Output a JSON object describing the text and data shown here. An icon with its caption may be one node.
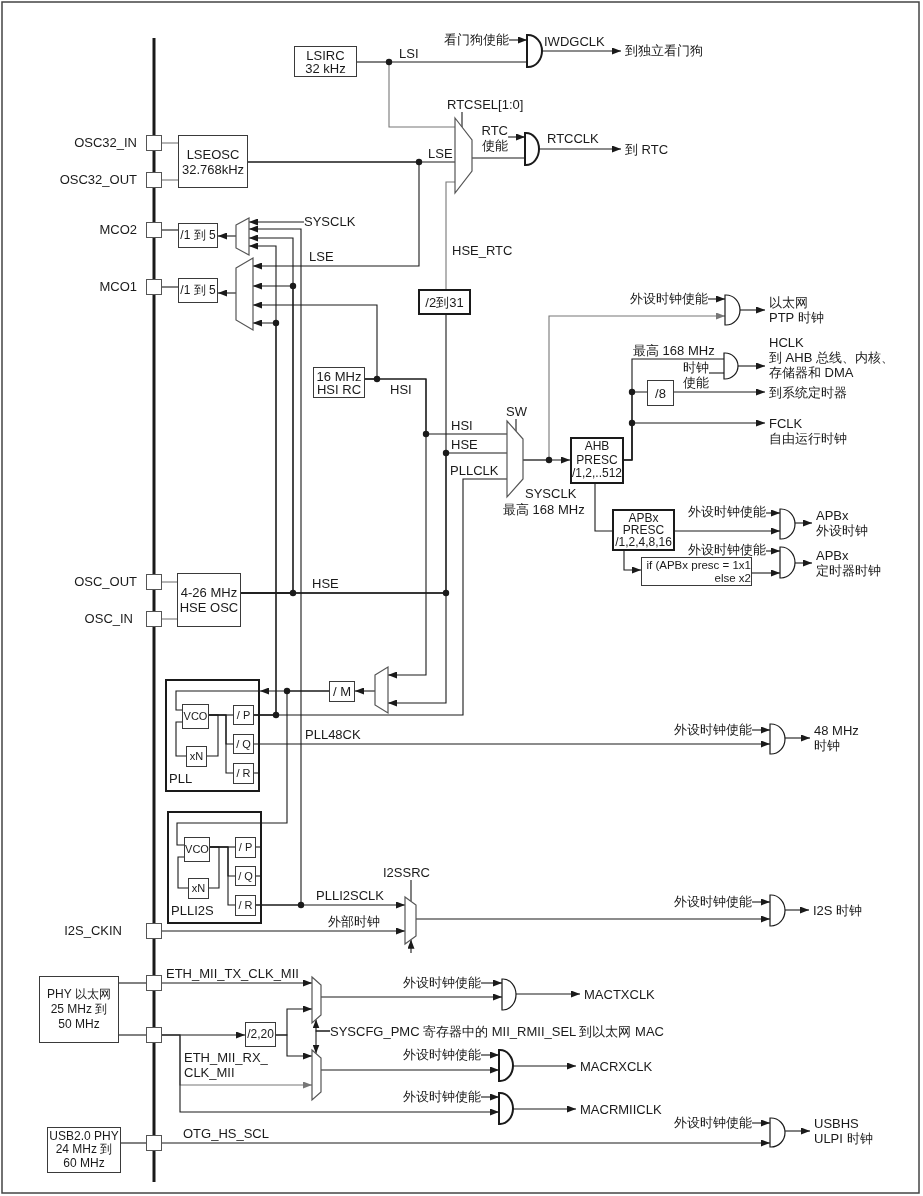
{
  "diagram": {
    "nodes": [
      {
        "text": [
          "LSIRC 32 kHz"
        ]
      },
      {
        "text": [
          "看门狗使能"
        ]
      },
      {
        "text": [],
        "shape": "gate"
      },
      {
        "text": [
          "到独立看门狗"
        ]
      },
      {
        "text": [
          "RTCSEL[1:0]"
        ]
      },
      {
        "text": [],
        "shape": "box",
        "beside": [
          "OSC32_IN"
        ]
      },
      {
        "text": [
          "LSEOSC 32.768kHz"
        ]
      },
      {
        "text": [],
        "shape": "trapezoid"
      },
      {
        "text": [
          "RTC 使能"
        ]
      },
      {
        "text": [],
        "shape": "gate"
      },
      {
        "text": [
          "到 RTC"
        ]
      },
      {
        "text": [],
        "shape": "box",
        "beside": [
          "OSC32_OUT"
        ]
      },
      {
        "text": [],
        "shape": "box",
        "beside": [
          "MCO2"
        ]
      },
      {
        "text": [
          "/1 到 5"
        ]
      },
      {
        "text": [],
        "shape": "trapezoid"
      },
      {
        "text": [
          "SYSCLK"
        ]
      },
      {
        "text": [],
        "shape": "box",
        "beside": [
          "MCO1"
        ]
      },
      {
        "text": [
          "/1 到 5"
        ]
      },
      {
        "text": [],
        "shape": "trapezoid"
      },
      {
        "text": [
          "/2到31"
        ]
      },
      {
        "text": [
          "外设时钟使能"
        ]
      },
      {
        "text": [],
        "shape": "gate"
      },
      {
        "text": [
          "以太网 PTP 时钟"
        ]
      },
      {
        "text": [
          "16 MHz HSI RC"
        ]
      },
      {
        "text": [
          "时钟使能"
        ]
      },
      {
        "text": [],
        "shape": "gate"
      },
      {
        "text": [
          "HCLK",
          "到 AHB 总线、内核、存储器和 DMA"
        ]
      },
      {
        "text": [
          "/8"
        ]
      },
      {
        "text": [
          "到系统定时器"
        ]
      },
      {
        "text": [
          "FCLK",
          "自由运行时钟"
        ]
      },
      {
        "text": [
          "SW"
        ]
      },
      {
        "text": [],
        "shape": "trapezoid"
      },
      {
        "text": [
          "AHB PRESC /1,2,..512"
        ]
      },
      {
        "text": [
          "外设时钟使能"
        ]
      },
      {
        "text": [],
        "shape": "gate"
      },
      {
        "text": [
          "APBx 外设时钟"
        ]
      },
      {
        "text": [
          "APBx PRESC /1,2,4,8,16"
        ]
      },
      {
        "text": [
          "外设时钟使能"
        ]
      },
      {
        "text": [],
        "shape": "gate"
      },
      {
        "text": [
          "APBx 定时器时钟"
        ]
      },
      {
        "text": [
          "if (APBx presc = 1x1 else x2"
        ]
      },
      {
        "text": [],
        "shape": "box",
        "beside": [
          "OSC_OUT"
        ]
      },
      {
        "text": [
          "4-26 MHz HSE OSC"
        ]
      },
      {
        "text": [],
        "shape": "box",
        "beside": [
          "OSC_IN"
        ]
      },
      {
        "text": [],
        "shape": "trapezoid"
      },
      {
        "text": [
          "/ M"
        ]
      },
      {
        "text": [
          "PLL"
        ]
      },
      {
        "text": [
          "VCO"
        ],
        "in": 46
      },
      {
        "text": [
          "/ P"
        ],
        "in": 46
      },
      {
        "text": [
          "/ Q"
        ],
        "in": 46
      },
      {
        "text": [
          "xN"
        ],
        "in": 46
      },
      {
        "text": [
          "/ R"
        ],
        "in": 46
      },
      {
        "text": [
          "外设时钟使能"
        ]
      },
      {
        "text": [],
        "shape": "gate"
      },
      {
        "text": [
          "48 MHz 时钟"
        ]
      },
      {
        "text": [
          "PLLI2S"
        ]
      },
      {
        "text": [
          "VCO"
        ],
        "in": 55
      },
      {
        "text": [
          "/ P"
        ],
        "in": 55
      },
      {
        "text": [
          "/ Q"
        ],
        "in": 55
      },
      {
        "text": [
          "xN"
        ],
        "in": 55
      },
      {
        "text": [
          "/ R"
        ],
        "in": 55
      },
      {
        "text": [
          "I2SSRC"
        ]
      },
      {
        "text": [],
        "shape": "trapezoid"
      },
      {
        "text": [
          "外设时钟使能"
        ]
      },
      {
        "text": [],
        "shape": "gate"
      },
      {
        "text": [
          "I2S 时钟"
        ]
      },
      {
        "text": [],
        "shape": "box",
        "beside": [
          "I2S_CKIN"
        ]
      },
      {
        "text": [
          "PHY 以太网 25 MHz 到 50 MHz"
        ]
      },
      {
        "text": [],
        "shape": "box"
      },
      {
        "text": [],
        "shape": "trapezoid"
      },
      {
        "text": [
          "外设时钟使能"
        ]
      },
      {
        "text": [],
        "shape": "gate"
      },
      {
        "text": [
          "MACTXCLK"
        ]
      },
      {
        "text": [],
        "shape": "box"
      },
      {
        "text": [
          "/2,20"
        ]
      },
      {
        "text": [
          "SYSCFG_PMC 寄存器中的 MII_RMII_SEL 到以太网 MAC"
        ]
      },
      {
        "text": [],
        "shape": "trapezoid"
      },
      {
        "text": [
          "外设时钟使能"
        ]
      },
      {
        "text": [],
        "shape": "gate"
      },
      {
        "text": [
          "MACRXCLK"
        ]
      },
      {
        "text": [
          "外设时钟使能"
        ]
      },
      {
        "text": [],
        "shape": "gate"
      },
      {
        "text": [
          "MACRMIICLK"
        ]
      },
      {
        "text": [
          "外设时钟使能"
        ]
      },
      {
        "text": [],
        "shape": "gate"
      },
      {
        "text": [
          "USBHS ULPI 时钟"
        ]
      },
      {
        "text": [
          "USB2.0 PHY 24 MHz 到 60 MHz"
        ]
      },
      {
        "text": [],
        "shape": "box"
      }
    ],
    "edges": [
      {
        "from": 0,
        "to": 2,
        "arrow": "none",
        "label": "LSI"
      },
      {
        "from": 0,
        "to": 7,
        "arrow": "none",
        "color": "#777777"
      },
      {
        "from": 1,
        "to": 2,
        "arrow": "to"
      },
      {
        "from": 2,
        "to": 3,
        "arrow": "to",
        "label": "IWDGCLK"
      },
      {
        "from": 4,
        "to": 7,
        "arrow": "none"
      },
      {
        "from": 5,
        "to": 6,
        "arrow": "none",
        "color": "#777777"
      },
      {
        "from": 11,
        "to": 6,
        "arrow": "none",
        "color": "#777777"
      },
      {
        "from": 6,
        "to": 7,
        "arrow": "none",
        "label": "LSE"
      },
      {
        "from": 6,
        "to": 18,
        "arrow": "to",
        "label": "LSE"
      },
      {
        "from": 19,
        "to": 7,
        "arrow": "none",
        "label": "HSE_RTC",
        "color": "#777777"
      },
      {
        "from": 7,
        "to": 9,
        "arrow": "none"
      },
      {
        "from": 8,
        "to": 9,
        "arrow": "to"
      },
      {
        "from": 9,
        "to": 10,
        "arrow": "to",
        "label": "RTCCLK"
      },
      {
        "from": 15,
        "to": 14,
        "arrow": "to"
      },
      {
        "from": 60,
        "to": 14,
        "arrow": "to"
      },
      {
        "from": 42,
        "to": 14,
        "arrow": "to"
      },
      {
        "from": 48,
        "to": 14,
        "arrow": "to"
      },
      {
        "from": 14,
        "to": 13,
        "arrow": "to"
      },
      {
        "from": 13,
        "to": 12,
        "arrow": "none"
      },
      {
        "from": 42,
        "to": 18,
        "arrow": "to"
      },
      {
        "from": 23,
        "to": 18,
        "arrow": "to"
      },
      {
        "from": 48,
        "to": 18,
        "arrow": "to"
      },
      {
        "from": 18,
        "to": 17,
        "arrow": "to"
      },
      {
        "from": 17,
        "to": 16,
        "arrow": "none"
      },
      {
        "from": 42,
        "to": 19,
        "arrow": "none"
      },
      {
        "from": 20,
        "to": 21,
        "arrow": "to"
      },
      {
        "from": 31,
        "to": 21,
        "arrow": "to",
        "color": "#777777"
      },
      {
        "from": 21,
        "to": 22,
        "arrow": "to"
      },
      {
        "from": 23,
        "to": 31,
        "arrow": "none",
        "label": "HSI"
      },
      {
        "from": 23,
        "to": 44,
        "arrow": "to",
        "label": "HSI"
      },
      {
        "from": 42,
        "to": 31,
        "arrow": "none",
        "label": "HSE"
      },
      {
        "from": 48,
        "to": 31,
        "arrow": "none",
        "label": "PLLCLK"
      },
      {
        "from": 30,
        "to": 31,
        "arrow": "none"
      },
      {
        "from": 31,
        "to": 32,
        "arrow": "to"
      },
      {
        "from": 32,
        "to": 25,
        "arrow": "none",
        "label": "最高 168 MHz"
      },
      {
        "from": 24,
        "to": 25,
        "arrow": "none"
      },
      {
        "from": 25,
        "to": 26,
        "arrow": "to"
      },
      {
        "from": 32,
        "to": 27,
        "arrow": "none"
      },
      {
        "from": 27,
        "to": 28,
        "arrow": "to"
      },
      {
        "from": 32,
        "to": 29,
        "arrow": "to"
      },
      {
        "from": 32,
        "to": 36,
        "arrow": "none"
      },
      {
        "from": 36,
        "to": 34,
        "arrow": "to"
      },
      {
        "from": 33,
        "to": 34,
        "arrow": "to"
      },
      {
        "from": 34,
        "to": 35,
        "arrow": "to"
      },
      {
        "from": 36,
        "to": 40,
        "arrow": "to"
      },
      {
        "from": 40,
        "to": 38,
        "arrow": "to"
      },
      {
        "from": 37,
        "to": 38,
        "arrow": "to"
      },
      {
        "from": 38,
        "to": 39,
        "arrow": "to"
      },
      {
        "from": 41,
        "to": 42,
        "arrow": "none",
        "color": "#777777"
      },
      {
        "from": 43,
        "to": 42,
        "arrow": "none",
        "color": "#777777"
      },
      {
        "from": 42,
        "to": 44,
        "arrow": "to",
        "label": "HSE"
      },
      {
        "from": 44,
        "to": 45,
        "arrow": "to"
      },
      {
        "from": 45,
        "to": 46,
        "arrow": "to"
      },
      {
        "from": 45,
        "to": 56,
        "arrow": "none"
      },
      {
        "from": 46,
        "to": 47,
        "arrow": "none"
      },
      {
        "from": 47,
        "to": 48,
        "arrow": "none"
      },
      {
        "from": 47,
        "to": 49,
        "arrow": "none"
      },
      {
        "from": 47,
        "to": 51,
        "arrow": "none"
      },
      {
        "from": 47,
        "to": 50,
        "arrow": "none"
      },
      {
        "from": 50,
        "to": 47,
        "arrow": "none"
      },
      {
        "from": 49,
        "to": 53,
        "arrow": "to",
        "label": "PLL48CK"
      },
      {
        "from": 52,
        "to": 53,
        "arrow": "to"
      },
      {
        "from": 53,
        "to": 54,
        "arrow": "to"
      },
      {
        "from": 56,
        "to": 57,
        "arrow": "none"
      },
      {
        "from": 56,
        "to": 58,
        "arrow": "none"
      },
      {
        "from": 56,
        "to": 60,
        "arrow": "none"
      },
      {
        "from": 56,
        "to": 59,
        "arrow": "none"
      },
      {
        "from": 59,
        "to": 56,
        "arrow": "none"
      },
      {
        "from": 60,
        "to": 62,
        "arrow": "to",
        "label": "PLLI2SCLK"
      },
      {
        "from": 66,
        "to": 62,
        "arrow": "to",
        "label": "外部时钟"
      },
      {
        "from": 61,
        "to": 62,
        "arrow": "none"
      },
      {
        "from": null,
        "to": 62,
        "arrow": "to"
      },
      {
        "from": 62,
        "to": 64,
        "arrow": "to"
      },
      {
        "from": 63,
        "to": 64,
        "arrow": "to"
      },
      {
        "from": 64,
        "to": 65,
        "arrow": "to"
      },
      {
        "from": 67,
        "to": 68,
        "arrow": "none"
      },
      {
        "from": 67,
        "to": 73,
        "arrow": "none"
      },
      {
        "from": 68,
        "to": 69,
        "arrow": "to",
        "label": "ETH_MII_TX_CLK_MII"
      },
      {
        "from": 73,
        "to": 74,
        "arrow": "to"
      },
      {
        "from": 73,
        "to": 76,
        "arrow": "to",
        "label": "ETH_MII_RX_ CLK_MII",
        "color": "#777777"
      },
      {
        "from": 73,
        "to": 81,
        "arrow": "to"
      },
      {
        "from": 74,
        "to": 69,
        "arrow": "to"
      },
      {
        "from": 74,
        "to": 76,
        "arrow": "to"
      },
      {
        "from": 75,
        "to": 69,
        "arrow": "to"
      },
      {
        "from": 75,
        "to": 76,
        "arrow": "to"
      },
      {
        "from": 69,
        "to": 71,
        "arrow": "to"
      },
      {
        "from": 70,
        "to": 71,
        "arrow": "to"
      },
      {
        "from": 71,
        "to": 72,
        "arrow": "to"
      },
      {
        "from": 76,
        "to": 78,
        "arrow": "to"
      },
      {
        "from": 77,
        "to": 78,
        "arrow": "to"
      },
      {
        "from": 78,
        "to": 79,
        "arrow": "to"
      },
      {
        "from": 80,
        "to": 81,
        "arrow": "to"
      },
      {
        "from": 81,
        "to": 82,
        "arrow": "to"
      },
      {
        "from": 86,
        "to": 87,
        "arrow": "none"
      },
      {
        "from": 87,
        "to": 84,
        "arrow": "to",
        "label": "OTG_HS_SCL"
      },
      {
        "from": 83,
        "to": 84,
        "arrow": "to"
      },
      {
        "from": 84,
        "to": 85,
        "arrow": "to"
      }
    ],
    "labels": [
      "SYSCLK",
      "最高 168 MHz"
    ]
  }
}
